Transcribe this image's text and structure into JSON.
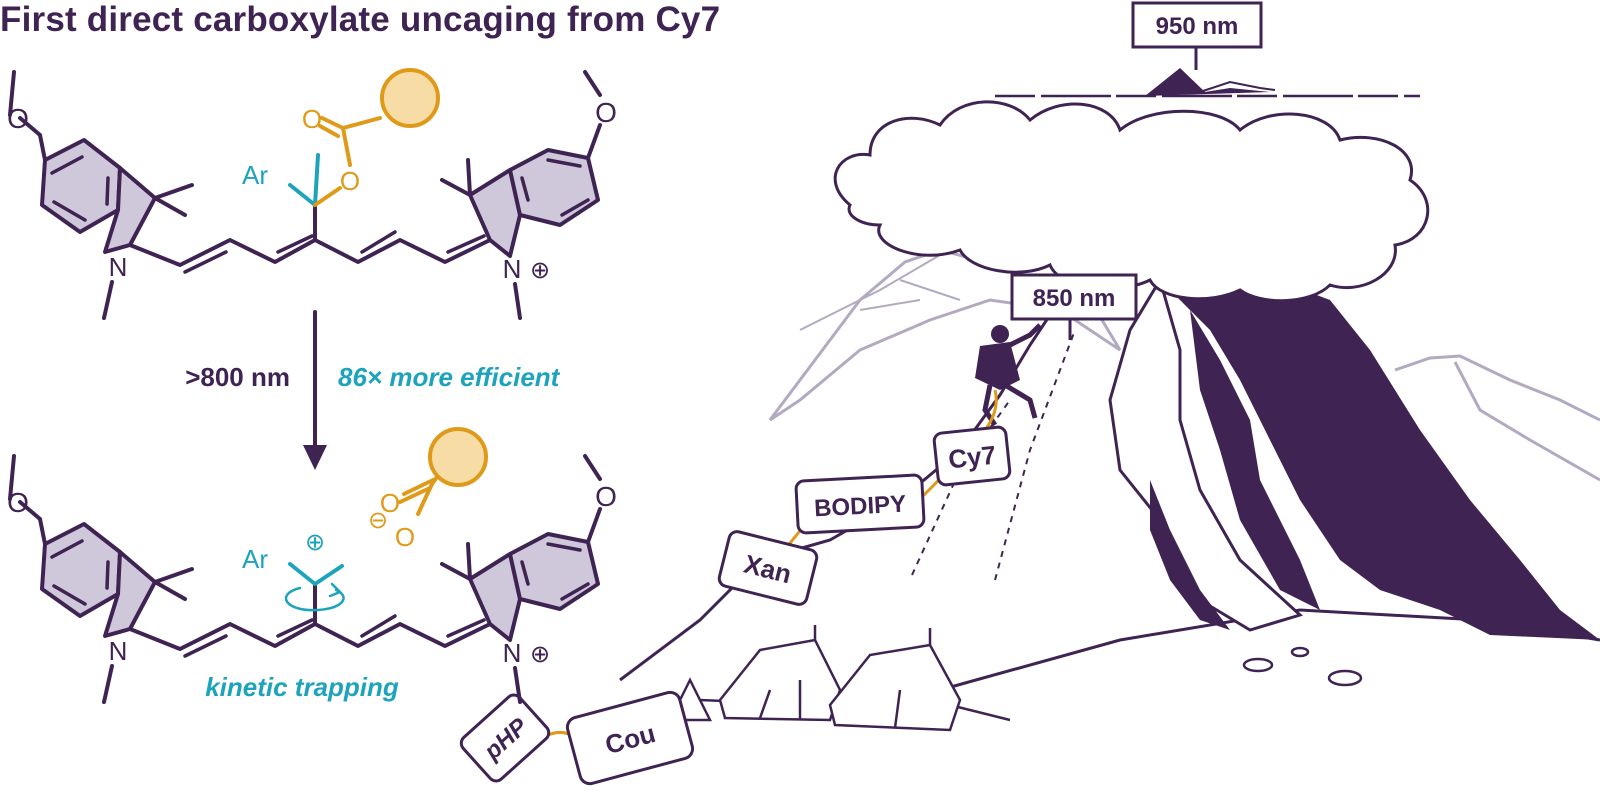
{
  "title": "First direct carboxylate uncaging from Cy7",
  "colors": {
    "dark_purple": "#3f2352",
    "ring_fill": "#cfc8da",
    "cyan": "#1ea3bc",
    "orange": "#e09a1a",
    "cargo_fill": "#f8dca5",
    "light_mountain": "#b3a9c1"
  },
  "scheme": {
    "top_molecule": {
      "methoxy_left": "O",
      "methoxy_right": "O",
      "nitrogen_left": "N",
      "nitrogen_right": "N",
      "charge": "⊕",
      "aryl": "Ar",
      "carbonyl_o": "O",
      "ester_o": "O"
    },
    "arrow": {
      "condition": ">800 nm",
      "efficiency": "86× more efficient"
    },
    "bottom_molecule": {
      "methoxy_left": "O",
      "methoxy_right": "O",
      "nitrogen_left": "N",
      "nitrogen_right": "N",
      "charge": "⊕",
      "aryl": "Ar",
      "cation_charge": "⊕",
      "carboxylate_o": "O",
      "carboxylate_o_minus": "O",
      "anion_charge": "⊖",
      "caption": "kinetic trapping"
    }
  },
  "mountain": {
    "summit_sign": "950 nm",
    "ledge_sign": "850 nm",
    "climbers": [
      "Cy7",
      "BODIPY",
      "Xan",
      "Cou",
      "pHP"
    ]
  }
}
